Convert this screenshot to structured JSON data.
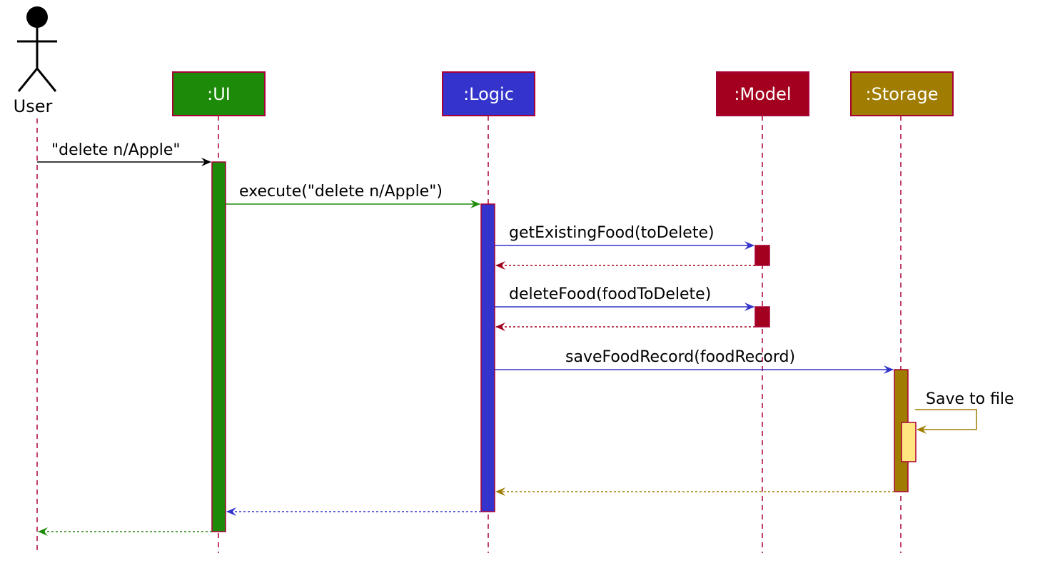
{
  "actor": {
    "label": "User"
  },
  "participants": [
    {
      "id": "ui",
      "label": ":UI",
      "color": "#1e8a0a"
    },
    {
      "id": "logic",
      "label": ":Logic",
      "color": "#3434cc"
    },
    {
      "id": "model",
      "label": ":Model",
      "color": "#a2001e"
    },
    {
      "id": "storage",
      "label": ":Storage",
      "color": "#a07d00"
    }
  ],
  "messages": [
    {
      "id": "m1",
      "from": "user",
      "to": "ui",
      "label": "\"delete n/Apple\"",
      "type": "call",
      "color": "#000000"
    },
    {
      "id": "m2",
      "from": "ui",
      "to": "logic",
      "label": "execute(\"delete n/Apple\")",
      "type": "call",
      "color": "#1e8a0a"
    },
    {
      "id": "m3",
      "from": "logic",
      "to": "model",
      "label": "getExistingFood(toDelete)",
      "type": "call",
      "color": "#3434cc"
    },
    {
      "id": "m4",
      "from": "model",
      "to": "logic",
      "label": "",
      "type": "return",
      "color": "#a2001e"
    },
    {
      "id": "m5",
      "from": "logic",
      "to": "model",
      "label": "deleteFood(foodToDelete)",
      "type": "call",
      "color": "#3434cc"
    },
    {
      "id": "m6",
      "from": "model",
      "to": "logic",
      "label": "",
      "type": "return",
      "color": "#a2001e"
    },
    {
      "id": "m7",
      "from": "logic",
      "to": "storage",
      "label": "saveFoodRecord(foodRecord)",
      "type": "call",
      "color": "#3434cc"
    },
    {
      "id": "m8",
      "from": "storage",
      "to": "storage",
      "label": "Save to file",
      "type": "self",
      "color": "#a07d00"
    },
    {
      "id": "m9",
      "from": "storage",
      "to": "logic",
      "label": "",
      "type": "return",
      "color": "#a07d00"
    },
    {
      "id": "m10",
      "from": "logic",
      "to": "ui",
      "label": "",
      "type": "return",
      "color": "#3434cc"
    },
    {
      "id": "m11",
      "from": "ui",
      "to": "user",
      "label": "",
      "type": "return",
      "color": "#1e8a0a"
    }
  ],
  "colors": {
    "lifeline": "#a80036",
    "ui": "#1e8a0a",
    "logic": "#3434cc",
    "model": "#a2001e",
    "storage": "#a07d00",
    "storage_nested": "#ffe680"
  }
}
